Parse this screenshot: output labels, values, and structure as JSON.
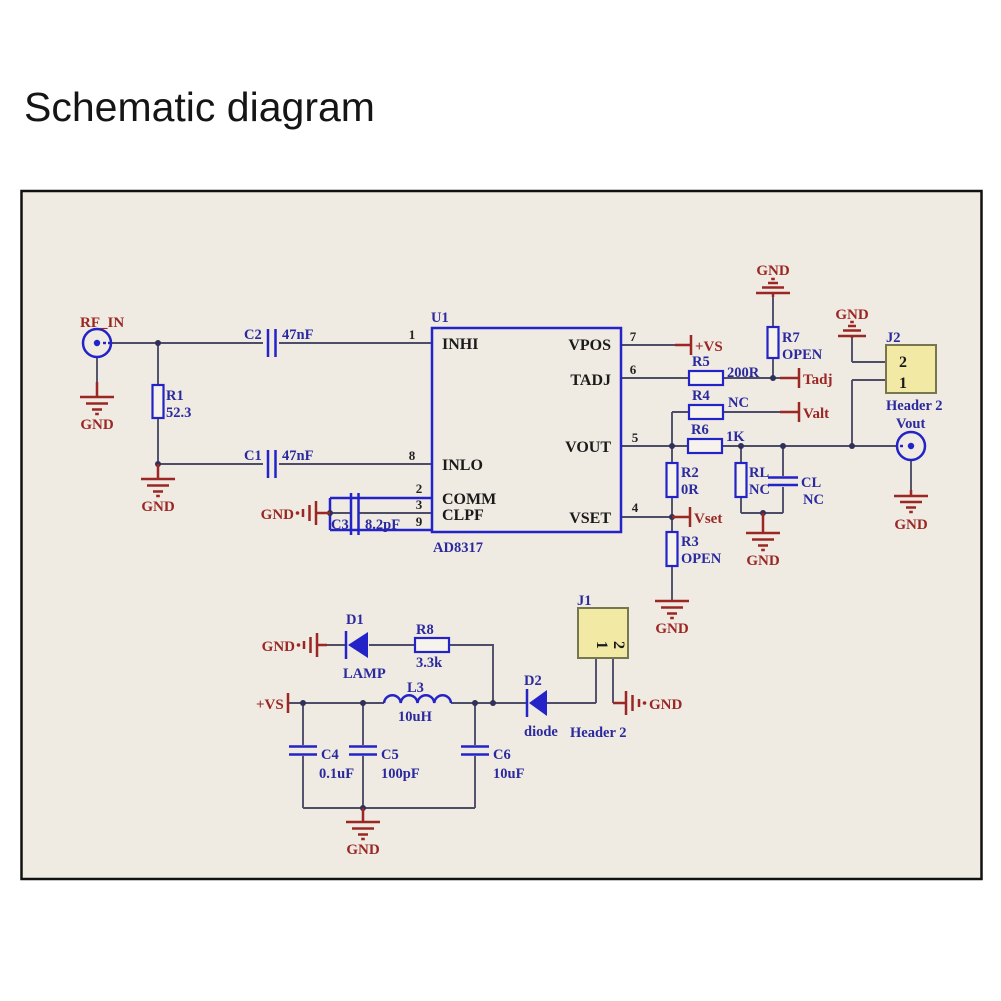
{
  "title": "Schematic diagram",
  "labels": {
    "rf_in": "RF_IN",
    "gnd": "GND",
    "plus_vs": "+VS",
    "r1": "R1",
    "r1_val": "52.3",
    "c1": "C1",
    "c1_val": "47nF",
    "c2": "C2",
    "c2_val": "47nF",
    "c3": "C3",
    "c3_val": "8.2pF",
    "u1": "U1",
    "u1_part": "AD8317",
    "inhi": "INHI",
    "inlo": "INLO",
    "comm": "COMM",
    "clpf": "CLPF",
    "vpos": "VPOS",
    "tadj": "TADJ",
    "vout": "VOUT",
    "vset": "VSET",
    "p1": "1",
    "p2": "2",
    "p3": "3",
    "p4": "4",
    "p5": "5",
    "p6": "6",
    "p7": "7",
    "p8": "8",
    "p9": "9",
    "r5": "R5",
    "r5_val": "200R",
    "r4": "R4",
    "r4_val": "NC",
    "r6": "R6",
    "r6_val": "1K",
    "r2": "R2",
    "r2_val": "0R",
    "r3": "R3",
    "r3_val": "OPEN",
    "r7": "R7",
    "r7_val": "OPEN",
    "rl": "RL",
    "rl_val": "NC",
    "cl": "CL",
    "cl_val": "NC",
    "tadj_port": "Tadj",
    "valt_port": "Valt",
    "vset_port": "Vset",
    "j2": "J2",
    "j1": "J1",
    "header2": "Header 2",
    "vout_port": "Vout",
    "d1": "D1",
    "d1_val": "LAMP",
    "r8": "R8",
    "r8_val": "3.3k",
    "l3": "L3",
    "l3_val": "10uH",
    "d2": "D2",
    "d2_val": "diode",
    "c4": "C4",
    "c4_val": "0.1uF",
    "c5": "C5",
    "c5_val": "100pF",
    "c6": "C6",
    "c6_val": "10uF"
  }
}
